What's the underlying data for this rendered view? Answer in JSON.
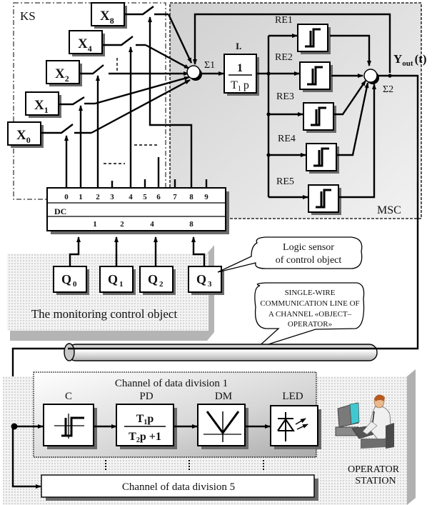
{
  "regions": {
    "ks_label": "KS",
    "msc_label": "MSC",
    "object_label": "The monitoring control object",
    "operator_station": [
      "OPERATOR",
      "STATION"
    ]
  },
  "inputs": [
    {
      "id": "X8",
      "base": "X",
      "sub": "8"
    },
    {
      "id": "X4",
      "base": "X",
      "sub": "4"
    },
    {
      "id": "X2",
      "base": "X",
      "sub": "2"
    },
    {
      "id": "X1",
      "base": "X",
      "sub": "1"
    },
    {
      "id": "X0",
      "base": "X",
      "sub": "0"
    }
  ],
  "summators": {
    "s1": "Σ1",
    "s2": "Σ2"
  },
  "integrator": {
    "label": "I.",
    "numerator": "1",
    "denominator_base": "T",
    "denominator_sub": "1",
    "denominator_var": "p"
  },
  "relays": [
    "RE1",
    "RE2",
    "RE3",
    "RE4",
    "RE5"
  ],
  "output": {
    "base": "Y",
    "sub": "out",
    "arg": "(t)"
  },
  "decoder": {
    "label": "DC",
    "outputs": [
      "0",
      "1",
      "2",
      "3",
      "4",
      "5",
      "6",
      "7",
      "8",
      "9"
    ],
    "inputs": [
      "1",
      "2",
      "4",
      "8"
    ]
  },
  "sensors": [
    {
      "base": "Q",
      "sub": "0"
    },
    {
      "base": "Q",
      "sub": "1"
    },
    {
      "base": "Q",
      "sub": "2"
    },
    {
      "base": "Q",
      "sub": "3"
    }
  ],
  "callouts": {
    "logic_sensor": [
      "Logic sensor",
      "of control object"
    ],
    "line": [
      "SINGLE-WIRE",
      "COMMUNICATION LINE OF",
      "A CHANNEL «OBJECT–",
      "OPERATOR»"
    ]
  },
  "channel1": {
    "title": "Channel of data division 1",
    "blocks": [
      {
        "label": "C",
        "name": "comparator"
      },
      {
        "label": "PD",
        "name": "differentiator",
        "num_base": "T",
        "num_sub": "1",
        "num_var": "p",
        "den_base": "T",
        "den_sub": "2",
        "den_var": "p +1"
      },
      {
        "label": "DM",
        "name": "demodulator"
      },
      {
        "label": "LED",
        "name": "led-indicator"
      }
    ]
  },
  "channel5": {
    "title": "Channel of data division 5"
  },
  "colors": {
    "msc_fill": "#dcdcdc",
    "channel_fill": "#d8d8d8",
    "monitor_screen": "#40c8d0"
  }
}
